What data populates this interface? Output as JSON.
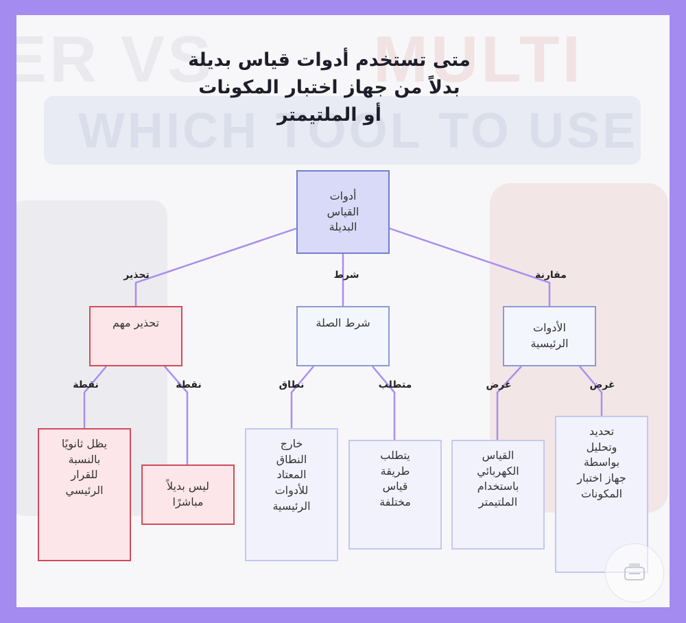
{
  "title_lines": [
    "متى تستخدم أدوات قياس بديلة",
    "بدلاً من جهاز اختبار المكونات",
    "أو الملتيمتر"
  ],
  "background_text": {
    "line1_left": "ER VS",
    "line1_right": "MULTI",
    "line2": "WHICH TOOL TO USE"
  },
  "nodes": {
    "root": [
      "أدوات",
      "القياس",
      "البديلة"
    ],
    "warning": [
      "تحذير مهم"
    ],
    "condition": [
      "شرط الصلة"
    ],
    "main_tools": [
      "الأدوات",
      "الرئيسية"
    ],
    "leaf_secondary": [
      "يظل ثانويًا",
      "بالنسبة",
      "للقرار",
      "الرئيسي"
    ],
    "leaf_not_direct": [
      "ليس بديلاً",
      "مباشرًا"
    ],
    "leaf_outside": [
      "خارج",
      "النطاق",
      "المعتاد",
      "للأدوات",
      "الرئيسية"
    ],
    "leaf_requires": [
      "يتطلب",
      "طريقة",
      "قياس",
      "مختلفة"
    ],
    "leaf_multimeter": [
      "القياس",
      "الكهربائي",
      "باستخدام",
      "الملتيمتر"
    ],
    "leaf_component": [
      "تحديد",
      "وتحليل",
      "بواسطة",
      "جهاز اختبار",
      "المكونات"
    ]
  },
  "edge_labels": {
    "warning": "تحذير",
    "condition": "شرط",
    "comparison": "مقارنة",
    "point_left": "نقطة",
    "point_right": "نقطة",
    "scope": "نطاق",
    "requirement": "متطلب",
    "purpose_left": "غرض",
    "purpose_right": "غرض"
  },
  "colors": {
    "frame_border": "#a38bf0",
    "edge": "#a98df0",
    "root_fill": "#d9daf8",
    "warning_border": "#d34a59",
    "warning_fill": "#fde6e9"
  },
  "icons": [
    "logo-badge-icon"
  ]
}
